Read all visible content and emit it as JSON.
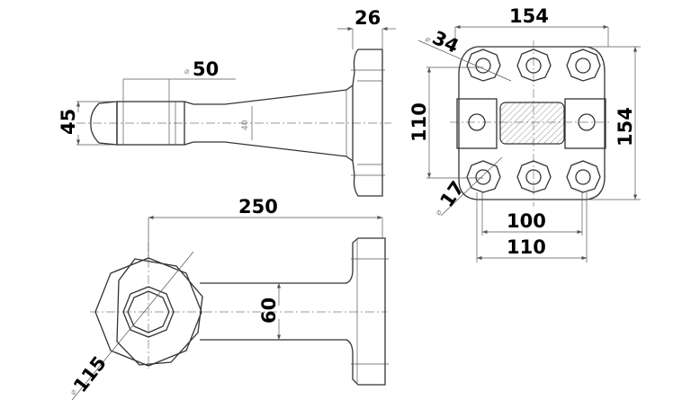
{
  "drawing": {
    "side_view": {
      "dims": {
        "flange_thickness": "26",
        "pin_diameter": "50",
        "pin_diameter_symbol": "⌀",
        "nose_height": "45",
        "neck_diameter": "40"
      }
    },
    "bottom_view": {
      "dims": {
        "overall_length": "250",
        "arm_width": "60",
        "eye_diameter": "115",
        "eye_diameter_symbol": "⌀"
      }
    },
    "flange_view": {
      "dims": {
        "width": "154",
        "height": "154",
        "hole_diameter": "34",
        "hole_diameter_symbol": "⌀",
        "bolt_diameter": "17",
        "bolt_diameter_symbol": "⌀",
        "vertical_spacing": "110",
        "inner_spacing": "100",
        "outer_spacing": "110"
      }
    }
  }
}
